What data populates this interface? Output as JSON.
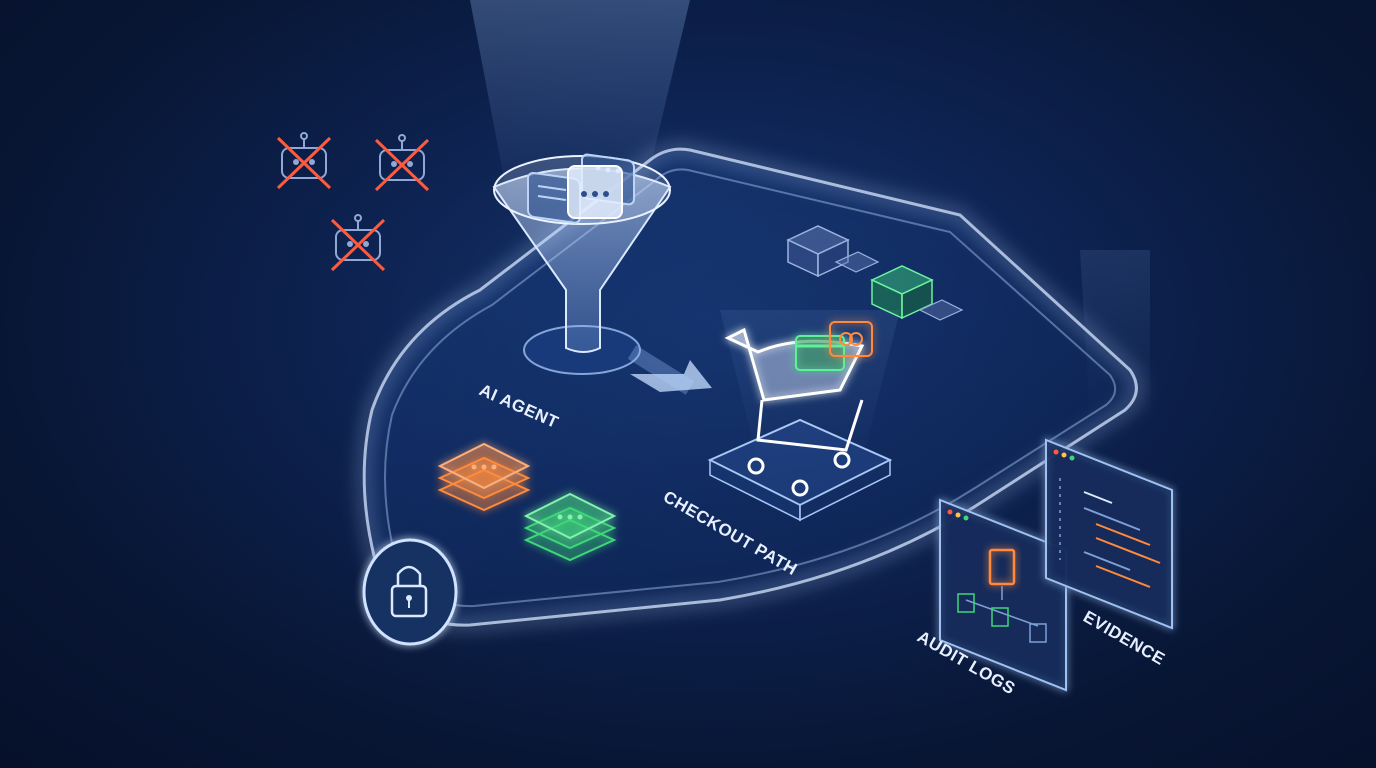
{
  "labels": {
    "ai_agent": "AI AGENT",
    "checkout_path": "CHECKOUT PATH",
    "audit_logs": "AUDIT LOGS",
    "evidence": "EVIDENCE"
  },
  "icons": [
    "blocked-bot-icon",
    "funnel-icon",
    "chat-bubble-icon",
    "arrow-right-icon",
    "shopping-cart-icon",
    "credit-card-icon",
    "payment-card-icon",
    "stacked-layers-icon",
    "server-cube-icon",
    "lock-icon",
    "document-icon",
    "code-window-icon"
  ],
  "colors": {
    "background": "#081634",
    "glow": "#9cc4ff",
    "orange": "#ff8a3d",
    "green": "#3fd67a",
    "blocked_x": "#ff5a3c"
  }
}
